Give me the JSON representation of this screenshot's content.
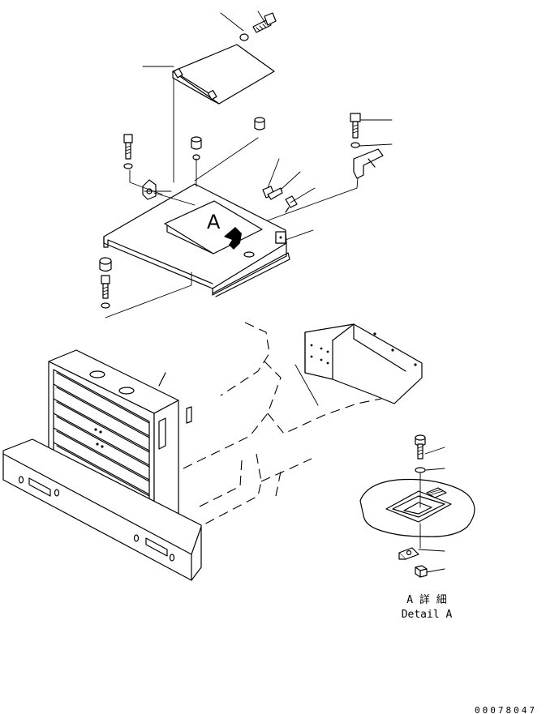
{
  "view_marker": "A",
  "detail": {
    "label_jp": "A 詳 細",
    "label_en": "Detail A"
  },
  "figure_code": "00078047"
}
